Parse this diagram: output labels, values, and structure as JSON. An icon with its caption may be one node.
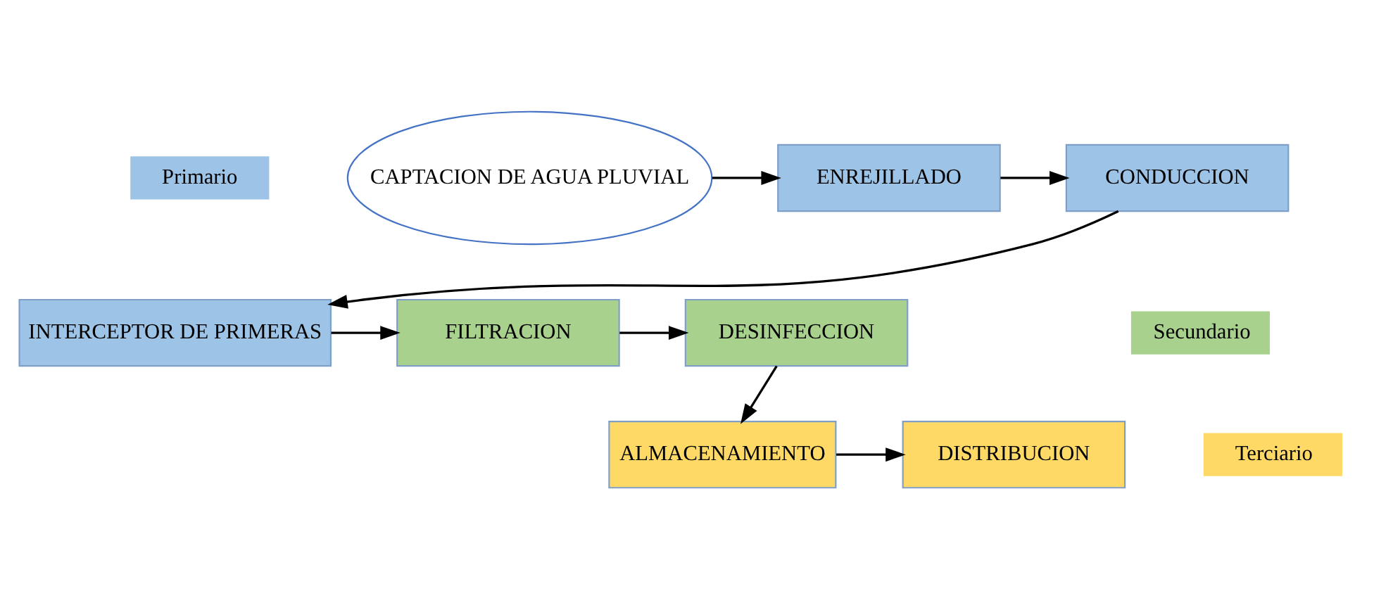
{
  "diagram": {
    "nodes": [
      {
        "text": [
          "CAPTACION DE AGUA PLUVIAL"
        ]
      },
      {
        "text": [
          "ENREJILLADO"
        ]
      },
      {
        "text": [
          "CONDUCCION"
        ]
      },
      {
        "text": [
          "INTERCEPTOR DE PRIMERAS"
        ]
      },
      {
        "text": [
          "FILTRACION"
        ]
      },
      {
        "text": [
          "DESINFECCION"
        ]
      },
      {
        "text": [
          "ALMACENAMIENTO"
        ]
      },
      {
        "text": [
          "DISTRIBUCION"
        ]
      }
    ],
    "edges": [
      {
        "from": 0,
        "to": 1,
        "arrow": "to"
      },
      {
        "from": 1,
        "to": 2,
        "arrow": "to"
      },
      {
        "from": 2,
        "to": 3,
        "arrow": "to"
      },
      {
        "from": 3,
        "to": 4,
        "arrow": "to"
      },
      {
        "from": 4,
        "to": 5,
        "arrow": "to"
      },
      {
        "from": 5,
        "to": 6,
        "arrow": "to"
      },
      {
        "from": 6,
        "to": 7,
        "arrow": "to"
      }
    ],
    "legend": [
      {
        "text": "Primario",
        "color": "#9dc3e6"
      },
      {
        "text": "Secundario",
        "color": "#a9d18e"
      },
      {
        "text": "Terciario",
        "color": "#ffd966"
      }
    ]
  }
}
